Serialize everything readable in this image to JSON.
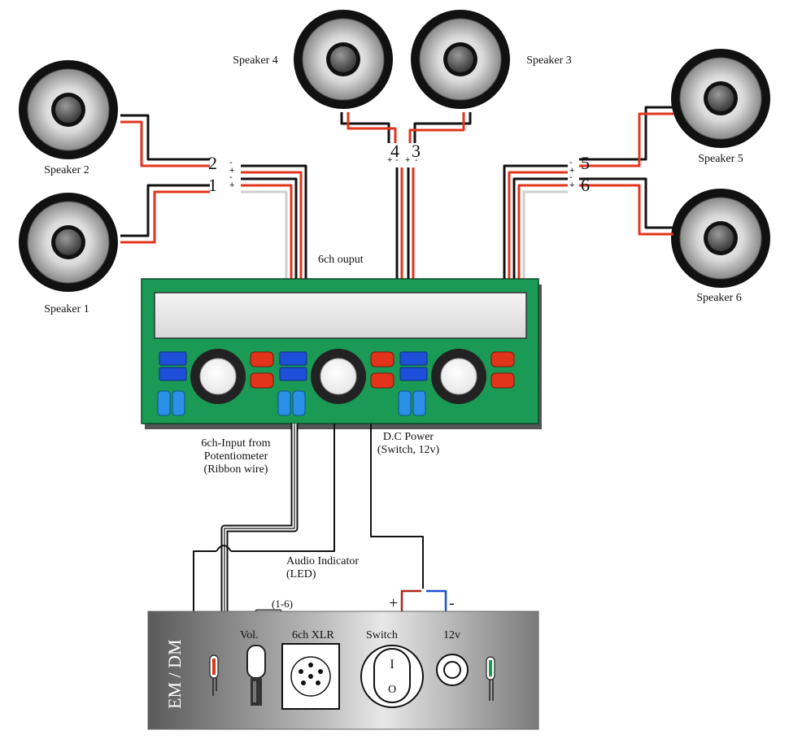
{
  "speakers": {
    "s1": "Speaker 1",
    "s2": "Speaker 2",
    "s3": "Speaker 3",
    "s4": "Speaker 4",
    "s5": "Speaker 5",
    "s6": "Speaker 6"
  },
  "channels": {
    "c1": "1",
    "c2": "2",
    "c3": "3",
    "c4": "4",
    "c5": "5",
    "c6": "6",
    "plus": "+",
    "minus": "-"
  },
  "labels": {
    "output": "6ch ouput",
    "input_line1": "6ch-Input from",
    "input_line2": "Potentiometer",
    "input_line3": "(Ribbon wire)",
    "power_line1": "D.C Power",
    "power_line2": "(Switch, 12v)",
    "indicator_line1": "Audio Indicator",
    "indicator_line2": "(LED)",
    "range": "(1-6)",
    "vol": "Vol.",
    "xlr": "6ch XLR",
    "switch": "Switch",
    "volt": "12v",
    "plus": "+",
    "minus": "-",
    "panel": "EM / DM",
    "switch_on": "I",
    "switch_off": "O"
  },
  "colors": {
    "board": "#1a9a55",
    "board_border": "#0a4a26",
    "red_wire": "#e0361c",
    "blue_wire": "#1f4fd6",
    "dark_red_wire": "#b3261a",
    "blue_button": "#1d4fd8",
    "light_blue_button": "#2a90e8",
    "red_button": "#e4331b"
  }
}
